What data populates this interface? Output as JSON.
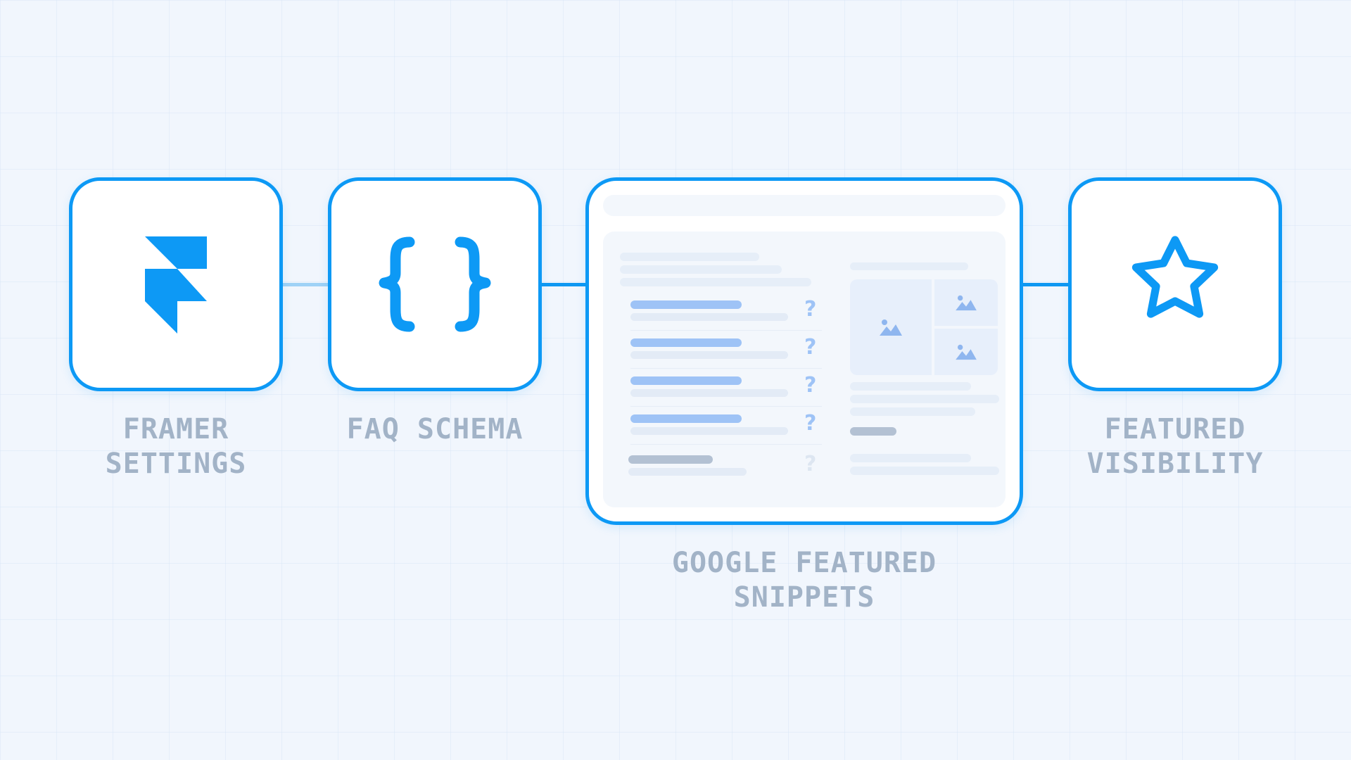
{
  "diagram": {
    "nodes": [
      {
        "id": "framer-settings",
        "label_lines": [
          "FRAMER",
          "SETTINGS"
        ],
        "icon": "framer-logo-icon"
      },
      {
        "id": "faq-schema",
        "label_lines": [
          "FAQ SCHEMA"
        ],
        "icon": "curly-braces-icon"
      },
      {
        "id": "google-featured-snippets",
        "label_lines": [
          "GOOGLE FEATURED",
          "SNIPPETS"
        ],
        "icon": "search-results-mockup"
      },
      {
        "id": "featured-visibility",
        "label_lines": [
          "FEATURED",
          "VISIBILITY"
        ],
        "icon": "star-icon"
      }
    ],
    "edges": [
      {
        "from": "framer-settings",
        "to": "faq-schema",
        "style": "light"
      },
      {
        "from": "faq-schema",
        "to": "google-featured-snippets",
        "style": "solid"
      },
      {
        "from": "google-featured-snippets",
        "to": "featured-visibility",
        "style": "solid"
      }
    ],
    "snippet_mock": {
      "question_mark": "?"
    }
  },
  "colors": {
    "background": "#f1f6fd",
    "accent": "#0d99f5",
    "label": "#a2b3c7",
    "skeleton_highlight": "#9ec3f6",
    "skeleton": "#e6eef8"
  }
}
